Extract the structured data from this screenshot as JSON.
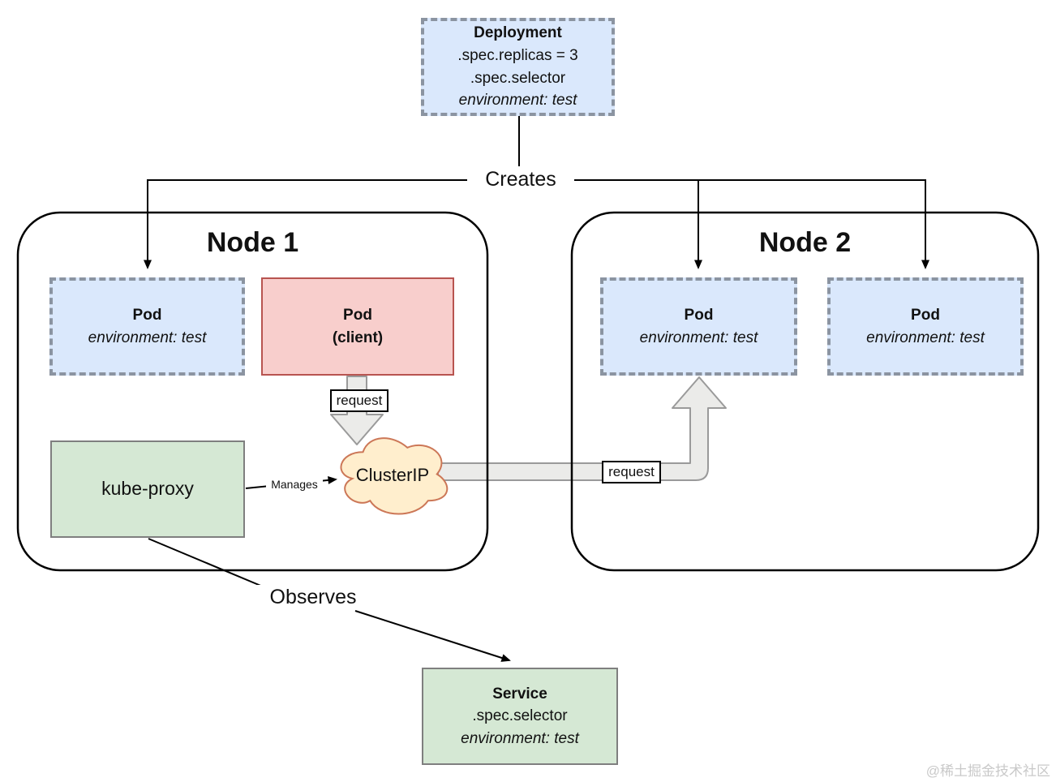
{
  "deployment": {
    "title": "Deployment",
    "replicas": ".spec.replicas = 3",
    "selector": ".spec.selector",
    "selector_value": "environment: test"
  },
  "node1": {
    "title": "Node 1",
    "pod": {
      "title": "Pod",
      "label": "environment: test"
    },
    "client_pod": {
      "title": "Pod",
      "label": "(client)"
    },
    "kube_proxy_label": "kube-proxy",
    "cluster_ip_label": "ClusterIP"
  },
  "node2": {
    "title": "Node 2",
    "pod1": {
      "title": "Pod",
      "label": "environment: test"
    },
    "pod2": {
      "title": "Pod",
      "label": "environment: test"
    }
  },
  "service": {
    "title": "Service",
    "selector": ".spec.selector",
    "selector_value": "environment: test"
  },
  "edges": {
    "creates": "Creates",
    "observes": "Observes",
    "manages": "Manages",
    "request_client": "request",
    "request_pipe": "request"
  },
  "watermark": "@稀土掘金技术社区",
  "colors": {
    "blue_fill": "#dae8fc",
    "blue_dashed_border": "#8b94a1",
    "red_fill": "#f8cecc",
    "red_border": "#b85450",
    "green_fill": "#d5e8d4",
    "green_border": "#7f7f7f",
    "cloud_fill": "#ffeecd",
    "cloud_border": "#cc7757",
    "pipe_fill": "#ebebe9",
    "pipe_border": "#9a9a9a",
    "line_color": "#000000"
  }
}
